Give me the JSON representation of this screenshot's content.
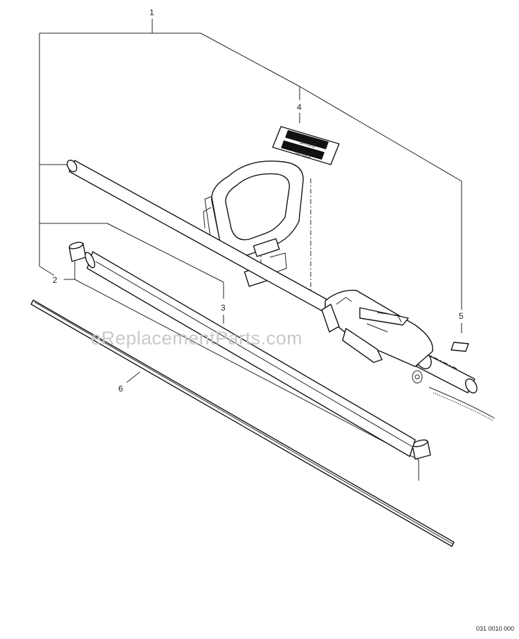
{
  "callouts": [
    {
      "id": "1",
      "label": "1"
    },
    {
      "id": "2",
      "label": "2"
    },
    {
      "id": "3",
      "label": "3"
    },
    {
      "id": "4",
      "label": "4"
    },
    {
      "id": "5",
      "label": "5"
    },
    {
      "id": "6",
      "label": "6"
    }
  ],
  "watermark": "eReplacementParts.com",
  "reference_code": "031 0010 000",
  "decal_text": [
    "ECHO",
    "ECHO"
  ]
}
